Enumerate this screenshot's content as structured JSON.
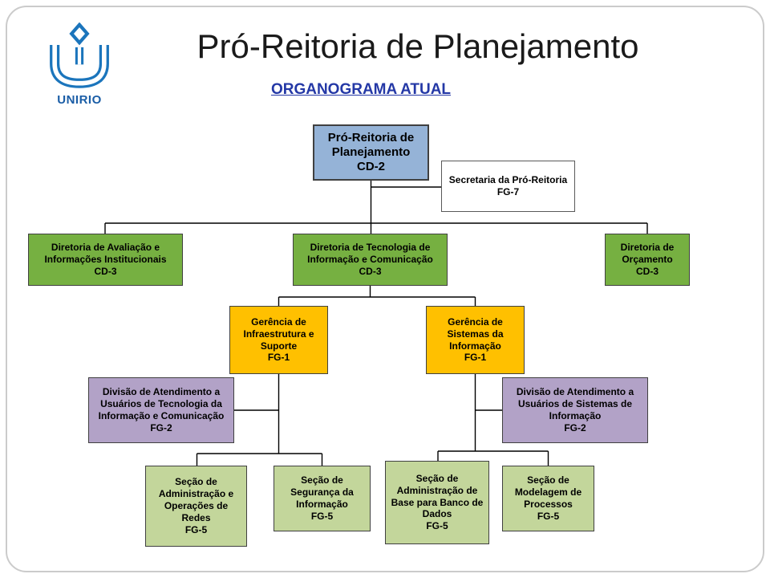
{
  "page": {
    "title": "Pró-Reitoria de Planejamento",
    "subtitle": "ORGANOGRAMA ATUAL",
    "logo_text": "UNIRIO"
  },
  "palette": {
    "root_fill": "#95B3D7",
    "secretaria_fill": "#FFFFFF",
    "diretoria_fill": "#76B041",
    "gerencia_fill": "#FFC000",
    "divisao_fill": "#B2A2C7",
    "secao_fill": "#C3D69B",
    "connector_color": "#000000",
    "subtitle_color": "#2438A6",
    "logo_color": "#1B75BC"
  },
  "nodes": {
    "pro_reitoria": {
      "label": "Pró-Reitoria de Planejamento",
      "code": "CD-2",
      "fill": "#95B3D7"
    },
    "secretaria": {
      "label": "Secretaria da Pró-Reitoria",
      "code": "FG-7",
      "fill": "#FFFFFF"
    },
    "diretoria_avaliacao": {
      "label": "Diretoria de Avaliação e Informações Institucionais",
      "code": "CD-3",
      "fill": "#76B041"
    },
    "diretoria_tecnologia": {
      "label": "Diretoria de Tecnologia de Informação e Comunicação",
      "code": "CD-3",
      "fill": "#76B041"
    },
    "diretoria_orcamento": {
      "label": "Diretoria de Orçamento",
      "code": "CD-3",
      "fill": "#76B041"
    },
    "gerencia_infraestrutura": {
      "label": "Gerência de Infraestrutura e Suporte",
      "code": "FG-1",
      "fill": "#FFC000"
    },
    "gerencia_sistemas": {
      "label": "Gerência de Sistemas da Informação",
      "code": "FG-1",
      "fill": "#FFC000"
    },
    "divisao_tic": {
      "label": "Divisão de Atendimento a Usuários de Tecnologia da Informação e Comunicação",
      "code": "FG-2",
      "fill": "#B2A2C7"
    },
    "divisao_sistemas": {
      "label": "Divisão de Atendimento a Usuários de Sistemas de Informação",
      "code": "FG-2",
      "fill": "#B2A2C7"
    },
    "secao_redes": {
      "label": "Seção de Administração e Operações de Redes",
      "code": "FG-5",
      "fill": "#C3D69B"
    },
    "secao_seguranca": {
      "label": "Seção de Segurança da Informação",
      "code": "FG-5",
      "fill": "#C3D69B"
    },
    "secao_banco": {
      "label": "Seção de Administração de Base para Banco de Dados",
      "code": "FG-5",
      "fill": "#C3D69B"
    },
    "secao_modelagem": {
      "label": "Seção de Modelagem de Processos",
      "code": "FG-5",
      "fill": "#C3D69B"
    }
  },
  "edges": [
    [
      "pro_reitoria",
      "secretaria"
    ],
    [
      "pro_reitoria",
      "diretoria_avaliacao"
    ],
    [
      "pro_reitoria",
      "diretoria_tecnologia"
    ],
    [
      "pro_reitoria",
      "diretoria_orcamento"
    ],
    [
      "diretoria_tecnologia",
      "gerencia_infraestrutura"
    ],
    [
      "diretoria_tecnologia",
      "gerencia_sistemas"
    ],
    [
      "gerencia_infraestrutura",
      "divisao_tic"
    ],
    [
      "gerencia_infraestrutura",
      "secao_redes"
    ],
    [
      "gerencia_infraestrutura",
      "secao_seguranca"
    ],
    [
      "gerencia_sistemas",
      "divisao_sistemas"
    ],
    [
      "gerencia_sistemas",
      "secao_banco"
    ],
    [
      "gerencia_sistemas",
      "secao_modelagem"
    ]
  ]
}
